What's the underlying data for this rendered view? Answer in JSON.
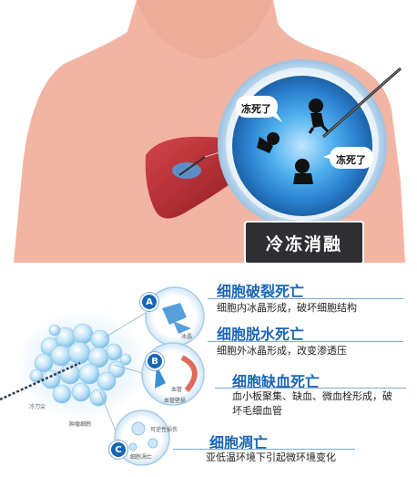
{
  "top": {
    "bubble_1": "冻死了",
    "bubble_2": "冻死了",
    "title": "冷冻消融"
  },
  "diagram": {
    "sections": [
      {
        "letter": "A",
        "title": "细胞破裂死亡",
        "desc": [
          "细胞内冰晶形成，破坏细胞结构"
        ],
        "tiny": "冰晶"
      },
      {
        "letter": "",
        "title": "细胞脱水死亡",
        "desc": [
          "细胞外冰晶形成，改变渗透压"
        ],
        "tiny": ""
      },
      {
        "letter": "B",
        "title": "细胞缺血死亡",
        "desc": [
          "血小板聚集、缺血、微血栓形成，破",
          "坏毛细血管"
        ],
        "tiny": "血管"
      },
      {
        "letter": "C",
        "title": "细胞凋亡",
        "desc": [
          "亚低温环境下引起微环境变化"
        ],
        "tiny": "细胞凋亡"
      }
    ],
    "labels": {
      "probe": "冷刀尖",
      "tumor": "肿瘤细胞",
      "vessel_wall": "血管壁损",
      "c_note": "可逆性损伤"
    }
  },
  "colors": {
    "skin": "#f2b5a4",
    "liver": "#b52a2f",
    "ice_blue": "#2f8fd9",
    "label_blue": "#1a66b5",
    "title_box": "#2e2e33"
  }
}
